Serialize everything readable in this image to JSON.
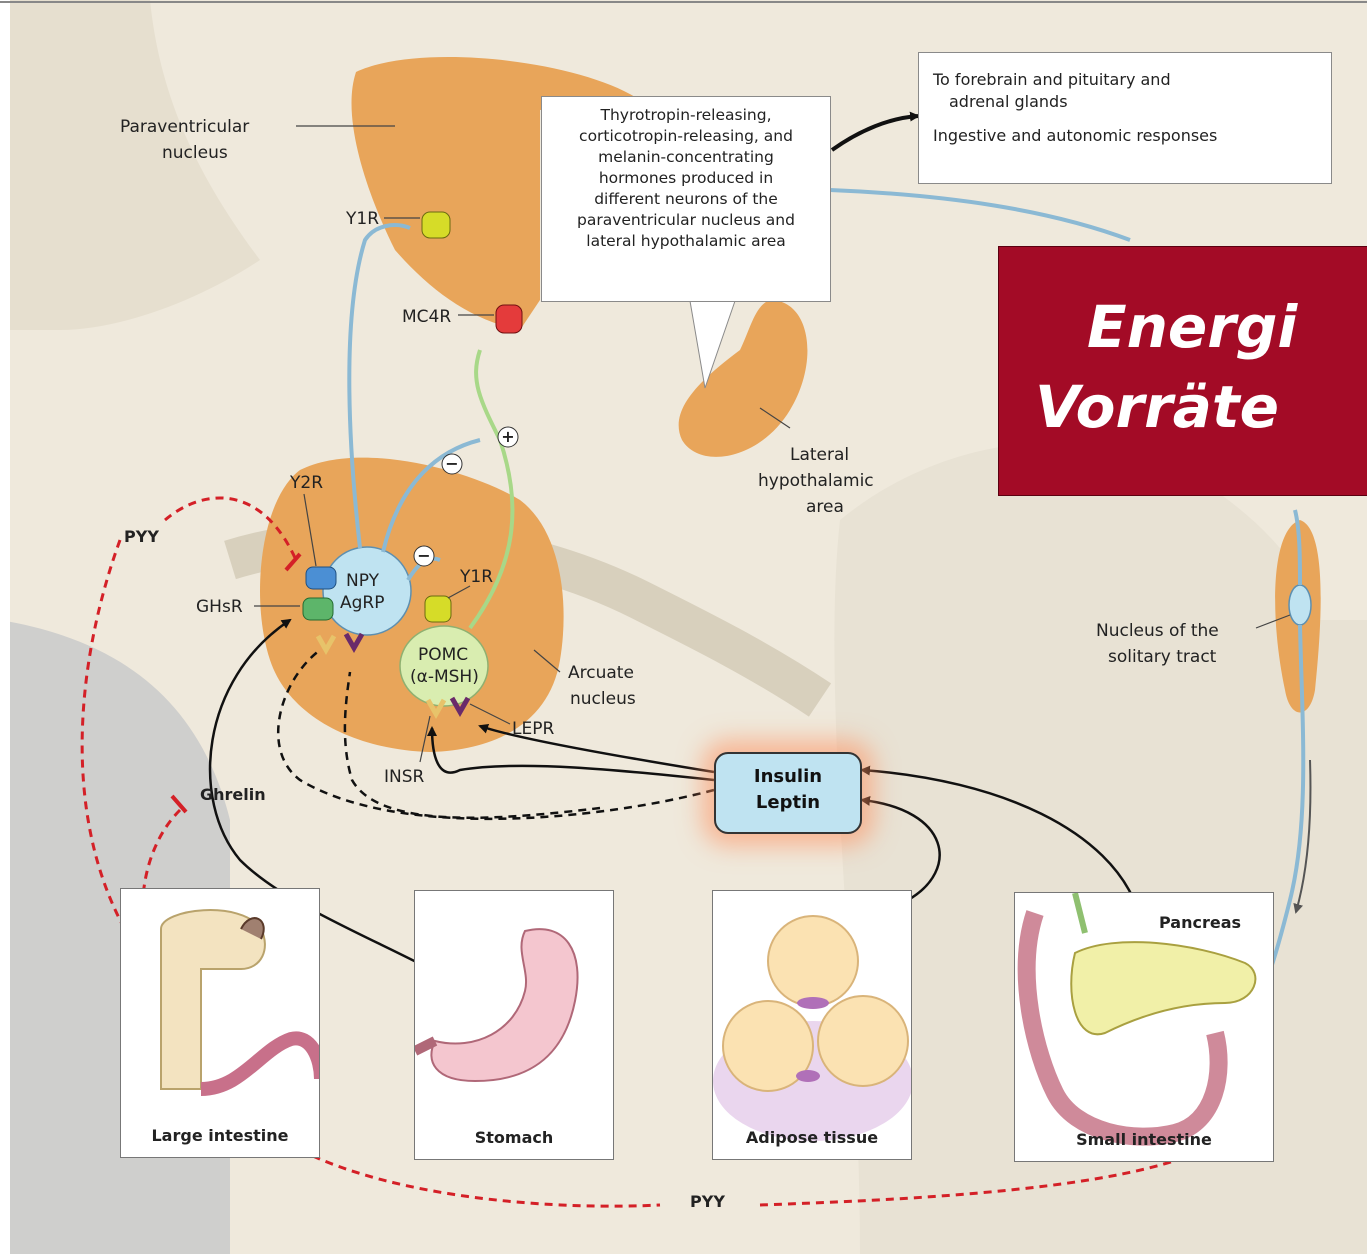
{
  "labels": {
    "paraventricular": [
      "Paraventricular",
      "nucleus"
    ],
    "y1r_top": "Y1R",
    "mc4r": "MC4R",
    "y2r": "Y2R",
    "ghsr": "GHsR",
    "npy": "NPY",
    "agrp": "AgRP",
    "y1r_mid": "Y1R",
    "pomc": "POMC",
    "msh": "(α-MSH)",
    "arcuate": [
      "Arcuate",
      "nucleus"
    ],
    "insr": "INSR",
    "lepr": "LEPR",
    "lateral": [
      "Lateral",
      "hypothalamic",
      "area"
    ],
    "solitary": [
      "Nucleus of the",
      "solitary tract"
    ],
    "pyy_left": "PYY",
    "pyy_bottom": "PYY",
    "ghrelin": "Ghrelin",
    "minus": "−",
    "plus": "+"
  },
  "callout": {
    "lines": [
      "Thyrotropin-releasing,",
      "corticotropin-releasing, and",
      "melanin-concentrating",
      "hormones produced in",
      "different neurons of the",
      "paraventricular nucleus and",
      "lateral hypothalamic area"
    ]
  },
  "output_box": {
    "line1": "To forebrain and pituitary and",
    "line2": "adrenal glands",
    "line3": "Ingestive and autonomic responses"
  },
  "hormone_box": {
    "insulin": "Insulin",
    "leptin": "Leptin"
  },
  "banner": {
    "line1": "Energi",
    "line2": "Vorräte"
  },
  "organs": {
    "large_intestine": "Large intestine",
    "stomach": "Stomach",
    "adipose": "Adipose tissue",
    "small_intestine": "Small intestine",
    "pancreas": "Pancreas"
  },
  "colors": {
    "nucleus_orange": "#e8a55a",
    "npy_blue": "#bfe3f1",
    "pomc_green": "#d9edb0",
    "inhibit_red": "#d42027",
    "banner_red": "#a30b26",
    "brain_beige": "#efe9dc"
  }
}
